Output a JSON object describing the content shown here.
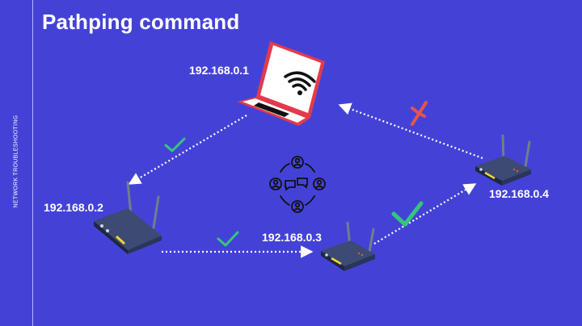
{
  "title": "Pathping command",
  "sidebar_label": "NETWORK TROUBLESHOOTING",
  "colors": {
    "background": "#4442d6",
    "success": "#34c77b",
    "failure": "#e5534b",
    "device": "#2e3a5c"
  },
  "nodes": {
    "laptop": {
      "ip": "192.168.0.1",
      "icon": "laptop-wifi-icon"
    },
    "router_2": {
      "ip": "192.168.0.2",
      "icon": "router-icon"
    },
    "router_3": {
      "ip": "192.168.0.3",
      "icon": "router-icon"
    },
    "router_4": {
      "ip": "192.168.0.4",
      "icon": "router-icon"
    }
  },
  "hops": [
    {
      "from": "192.168.0.1",
      "to": "192.168.0.2",
      "status": "success"
    },
    {
      "from": "192.168.0.2",
      "to": "192.168.0.3",
      "status": "success"
    },
    {
      "from": "192.168.0.3",
      "to": "192.168.0.4",
      "status": "success"
    },
    {
      "from": "192.168.0.4",
      "to": "192.168.0.1",
      "status": "failure"
    }
  ],
  "center_icon": "user-network-cycle-icon"
}
